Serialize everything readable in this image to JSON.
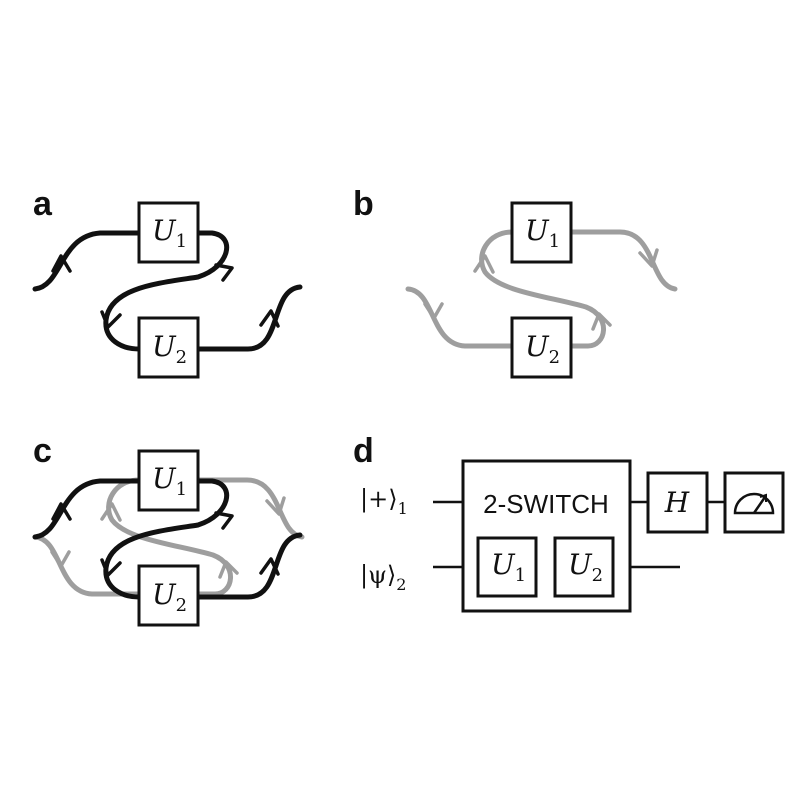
{
  "panels": {
    "a": {
      "letter": "a",
      "gate1": "U",
      "gate1_sub": "1",
      "gate2": "U",
      "gate2_sub": "2"
    },
    "b": {
      "letter": "b",
      "gate1": "U",
      "gate1_sub": "1",
      "gate2": "U",
      "gate2_sub": "2"
    },
    "c": {
      "letter": "c",
      "gate1": "U",
      "gate1_sub": "1",
      "gate2": "U",
      "gate2_sub": "2"
    },
    "d": {
      "letter": "d",
      "input1_ket": "|+⟩",
      "input1_sub": "1",
      "input2_ket": "|ψ⟩",
      "input2_sub": "2",
      "switch_label": "2-SWITCH",
      "gate1": "U",
      "gate1_sub": "1",
      "gate2": "U",
      "gate2_sub": "2",
      "hadamard": "H",
      "meter_icon": "measurement-meter-icon"
    }
  },
  "colors": {
    "order1": "#111111",
    "order2": "#9e9e9e"
  }
}
